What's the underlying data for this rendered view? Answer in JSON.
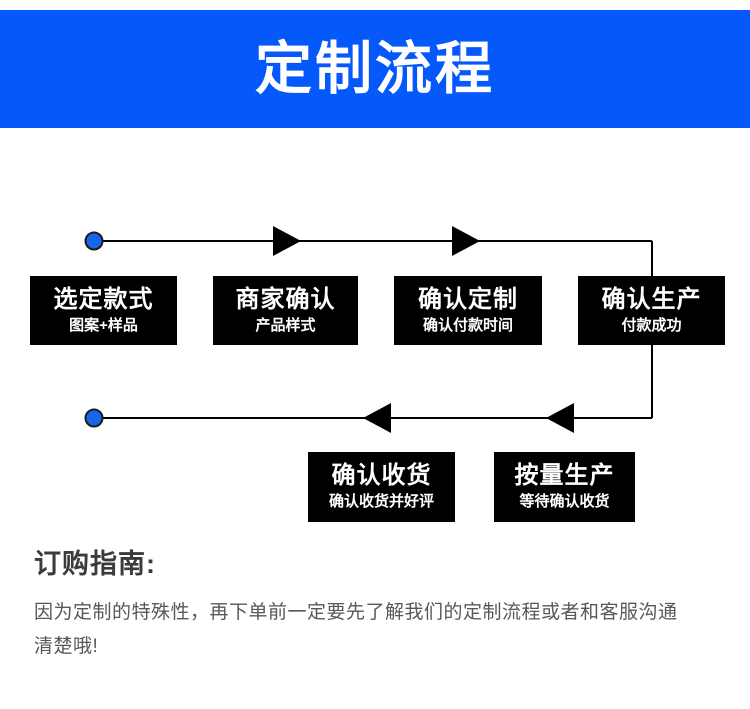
{
  "banner": {
    "title": "定制流程",
    "background_color": "#0559fa",
    "text_color": "#ffffff"
  },
  "diagram": {
    "type": "flowchart",
    "node_fill": "#000000",
    "node_text_color": "#ffffff",
    "connector_color": "#000000",
    "start_marker_color": "#1566e8",
    "row1": [
      {
        "title": "选定款式",
        "subtitle": "图案+样品"
      },
      {
        "title": "商家确认",
        "subtitle": "产品样式"
      },
      {
        "title": "确认定制",
        "subtitle": "确认付款时间"
      },
      {
        "title": "确认生产",
        "subtitle": "付款成功"
      }
    ],
    "row2": [
      {
        "title": "确认收货",
        "subtitle": "确认收货并好评"
      },
      {
        "title": "按量生产",
        "subtitle": "等待确认收货"
      }
    ],
    "markers": {
      "row1_start": "blue-dot",
      "row2_start": "blue-dot",
      "row1_arrow_1": "arrow-right",
      "row1_arrow_2": "arrow-right",
      "row2_arrow_1": "arrow-left",
      "row2_arrow_2": "arrow-left"
    }
  },
  "guide": {
    "title": "订购指南:",
    "body": "因为定制的特殊性，再下单前一定要先了解我们的定制流程或者和客服沟通清楚哦!",
    "title_color": "#3b3b3b",
    "body_color": "#585858"
  }
}
